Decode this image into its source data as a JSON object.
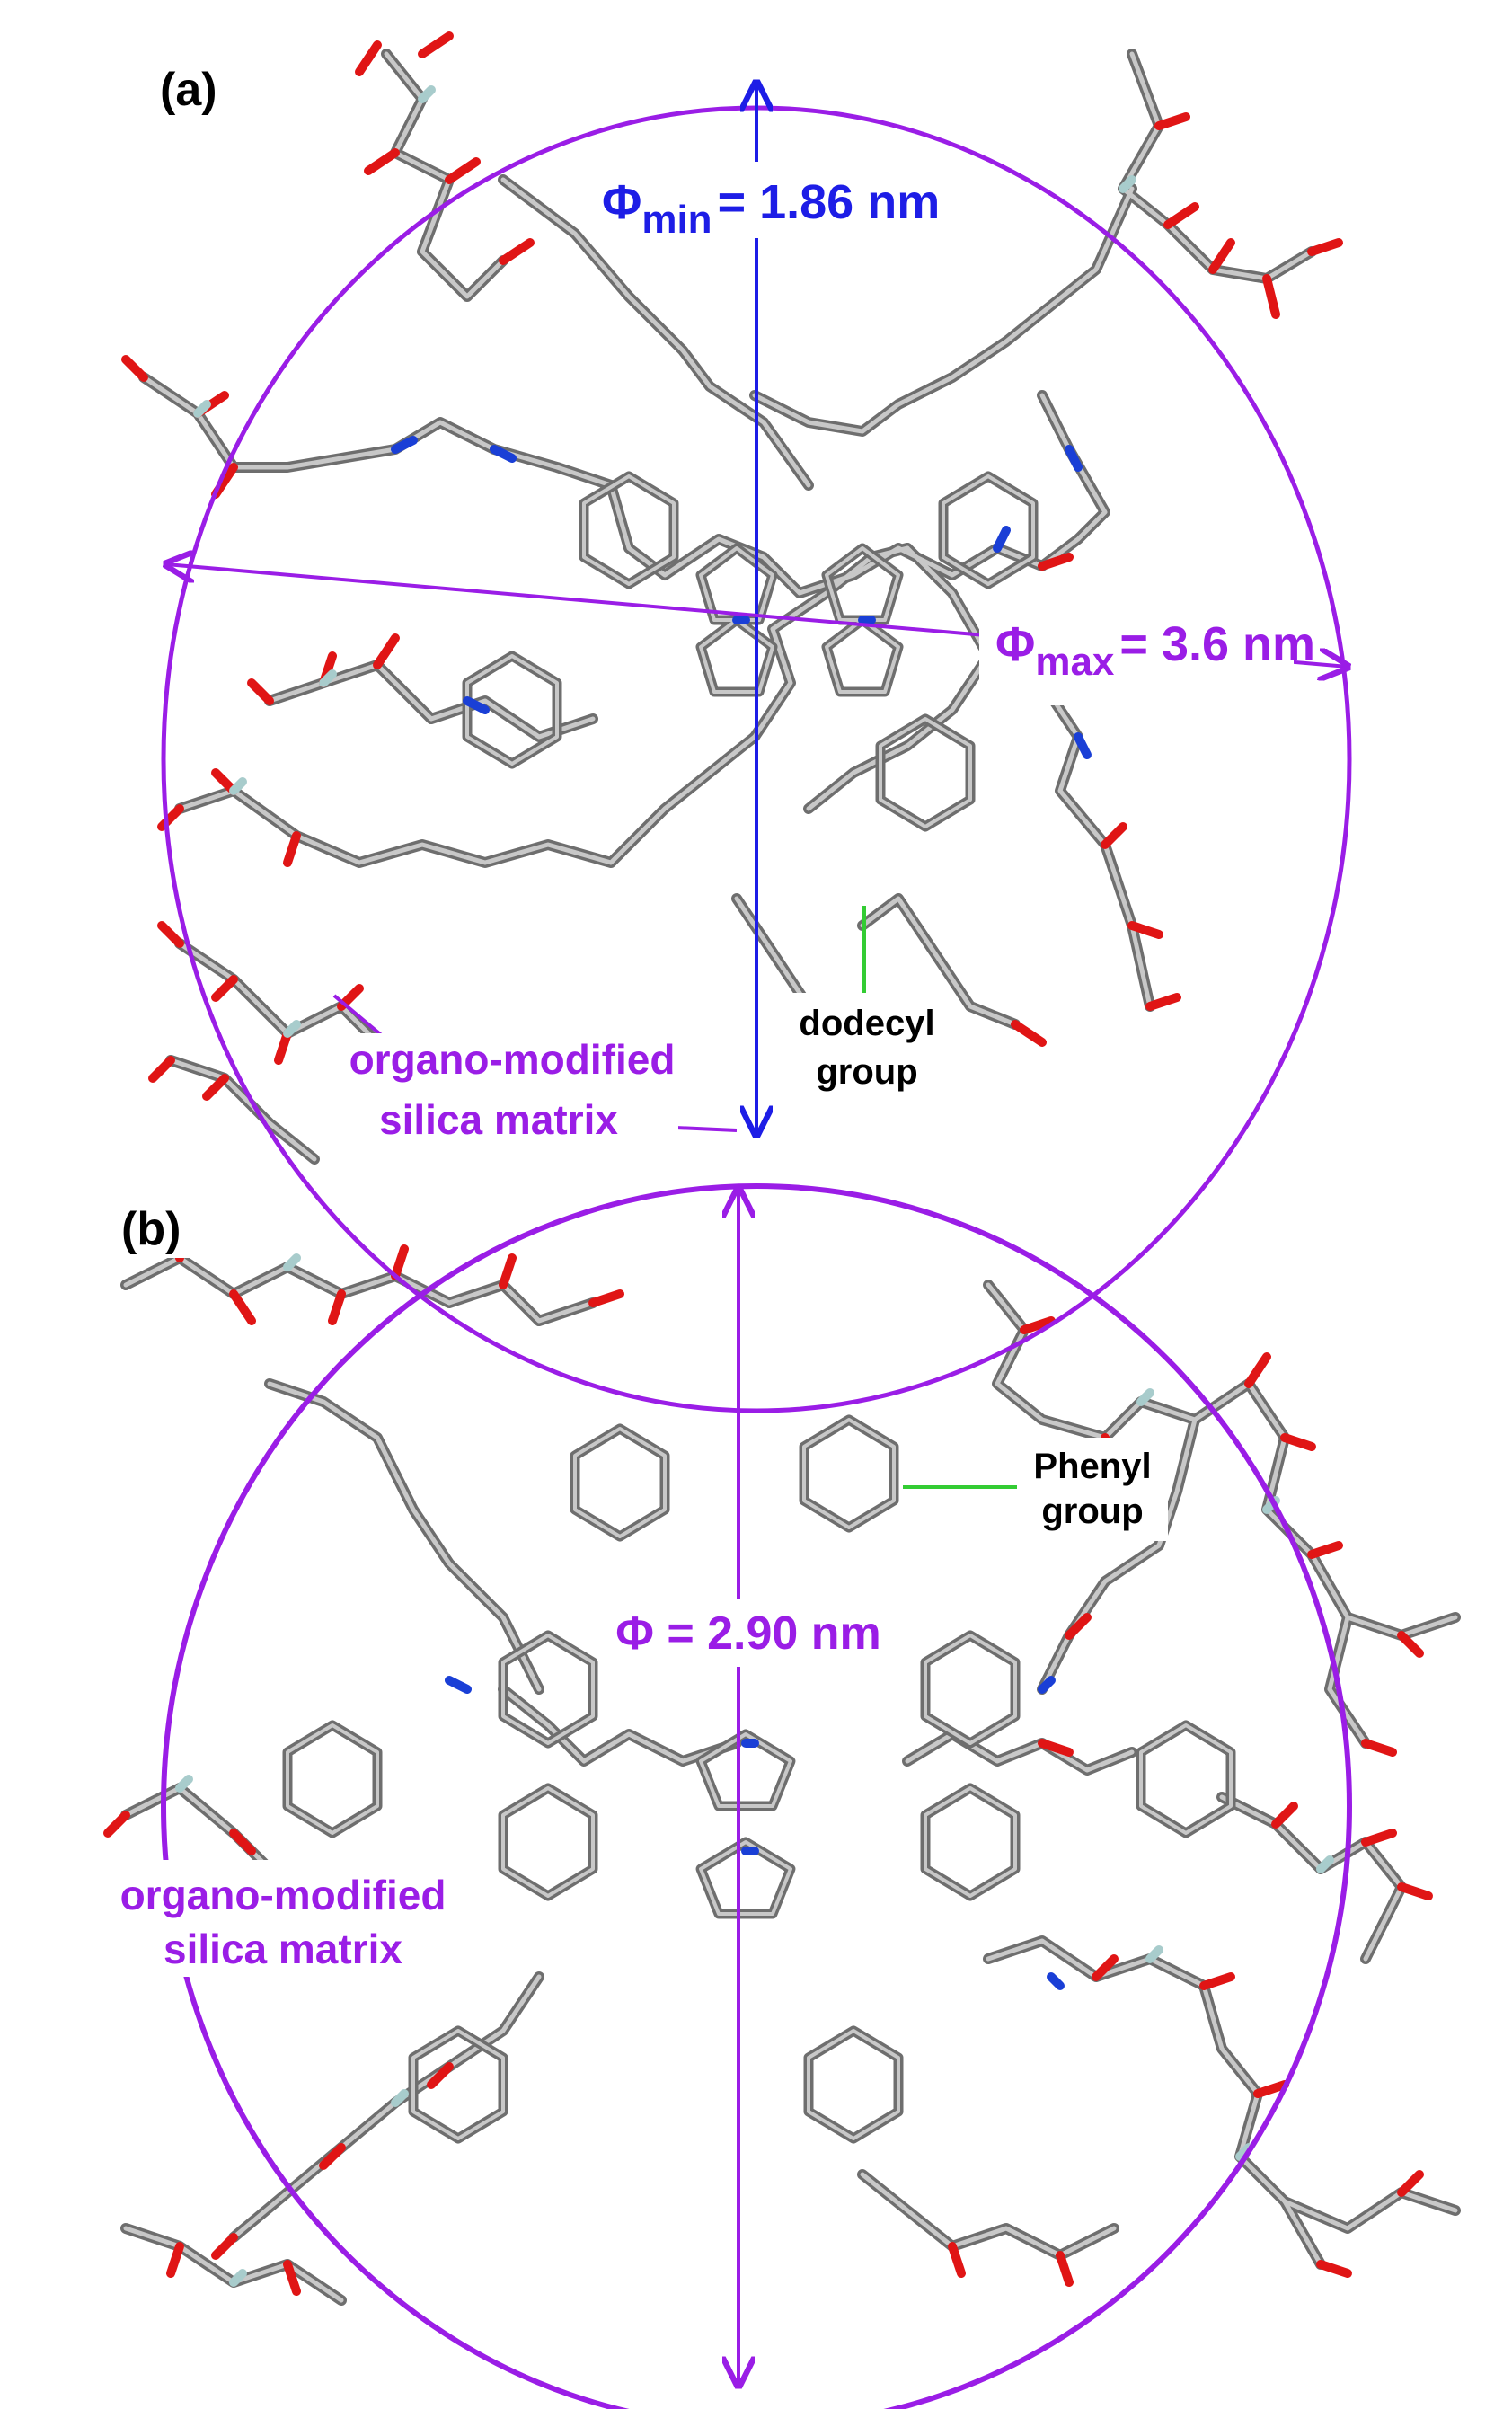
{
  "panel_a": {
    "label": "(a)",
    "phi_min": {
      "symbol": "Φ",
      "sub": "min",
      "value": "= 1.86 nm"
    },
    "phi_max": {
      "symbol": "Φ",
      "sub": "max",
      "value": "= 3.6 nm"
    },
    "matrix_label_line1": "organo-modified",
    "matrix_label_line2": "silica matrix",
    "dodecyl_line1": "dodecyl",
    "dodecyl_line2": "group"
  },
  "panel_b": {
    "label": "(b)",
    "phi": "Φ = 2.90 nm",
    "matrix_label_line1": "organo-modified",
    "matrix_label_line2": "silica matrix",
    "phenyl_line1": "Phenyl",
    "phenyl_line2": "group"
  },
  "colors": {
    "purple": "#9a1de6",
    "blue": "#1d1de6",
    "green": "#33cc33",
    "stick_gray": "#9a9a9a",
    "oxygen_red": "#e01515",
    "silicon_teal": "#a8cccc",
    "nitrogen_blue": "#1a3fd6"
  }
}
